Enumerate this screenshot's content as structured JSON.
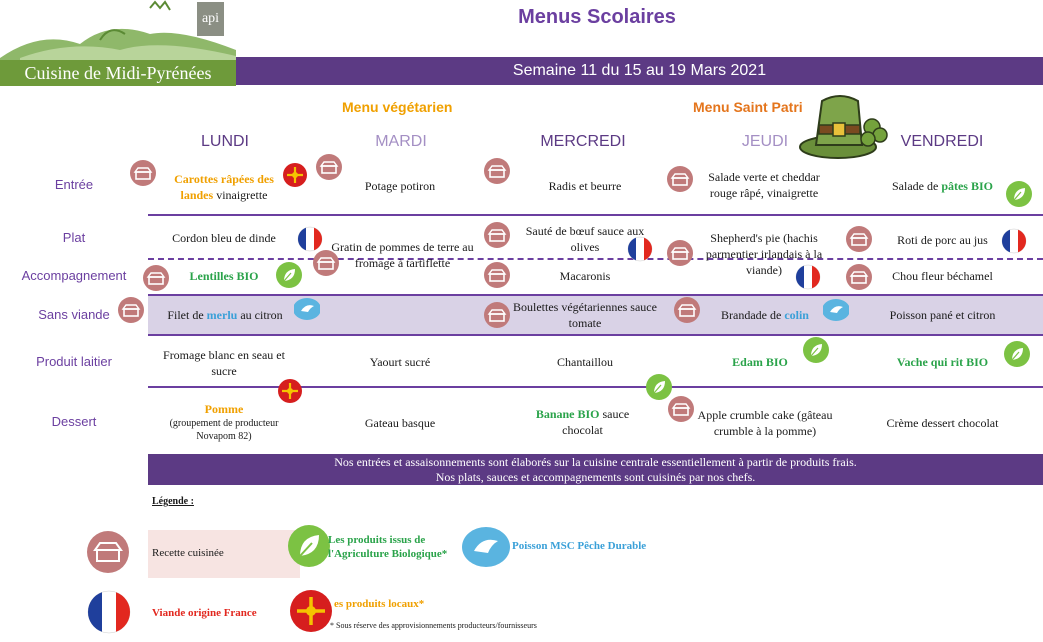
{
  "header": {
    "logo_text": "Cuisine de Midi-Pyrénées",
    "logo_badge": "api",
    "title": "Menus Scolaires",
    "week": "Semaine 11 du 15 au 19 Mars 2021"
  },
  "themes": {
    "vegetarian": "Menu végétarien",
    "saint_patrick": "Menu Saint Patri"
  },
  "days": [
    "LUNDI",
    "MARDI",
    "MERCREDI",
    "JEUDI",
    "VENDREDI"
  ],
  "rows": {
    "entree": "Entrée",
    "plat": "Plat",
    "accompagnement": "Accompagnement",
    "sans_viande": "Sans viande",
    "produit_laitier": "Produit laitier",
    "dessert": "Dessert"
  },
  "menu": {
    "mon": {
      "entree_a": "Carottes râpées des landes",
      "entree_b": " vinaigrette",
      "plat": "Cordon bleu de dinde",
      "accomp": "Lentilles BIO",
      "sansviande_a": "Filet de ",
      "sansviande_b": "merlu",
      "sansviande_c": " au citron",
      "laitier": "Fromage blanc en seau et sucre",
      "dessert_a": "Pomme",
      "dessert_b": "(groupement de producteur Novapom 82)"
    },
    "tue": {
      "entree": "Potage potiron",
      "plat": "Gratin de pommes de terre au fromage à tartiflette",
      "laitier": "Yaourt sucré",
      "dessert": "Gateau basque"
    },
    "wed": {
      "entree": "Radis et beurre",
      "plat": "Sauté de bœuf sauce aux olives",
      "accomp": "Macaronis",
      "sansviande": "Boulettes végétariennes sauce tomate",
      "laitier": "Chantaillou",
      "dessert_a": "Banane BIO",
      "dessert_b": " sauce chocolat"
    },
    "thu": {
      "entree": "Salade verte et cheddar rouge râpé, vinaigrette",
      "plat": "Shepherd's pie (hachis parmentier irlandais à la viande)",
      "sansviande_a": "Brandade de ",
      "sansviande_b": "colin",
      "laitier": "Edam BIO",
      "dessert": "Apple crumble cake (gâteau crumble à la pomme)"
    },
    "fri": {
      "entree_a": "Salade de ",
      "entree_b": "pâtes BIO",
      "plat": "Roti de porc au jus",
      "accomp": "Chou fleur béchamel",
      "sansviande": "Poisson pané et citron",
      "laitier": "Vache qui rit BIO",
      "dessert": "Crème dessert chocolat"
    }
  },
  "note": {
    "line1": "Nos entrées et assaisonnements sont élaborés sur la cuisine centrale essentiellement à partir de produits frais.",
    "line2": "Nos plats, sauces et accompagnements sont cuisinés par nos chefs."
  },
  "legend": {
    "title": "Légende :",
    "recette": "Recette cuisinée",
    "bio": "Les produits issus de l'Agriculture Biologique*",
    "msc": "Poisson MSC Pêche Durable",
    "france": "Viande origine France",
    "local": "es produits locaux*",
    "footnote": "* Sous réserve des approvisionnements producteurs/fournisseurs"
  },
  "colors": {
    "purple": "#6b3fa0",
    "band": "#5c3a84",
    "bio_green": "#2aa34a",
    "local_orange": "#f0a000",
    "fish_blue": "#3aa0d8",
    "recette_bg": "#f7e4e2"
  }
}
